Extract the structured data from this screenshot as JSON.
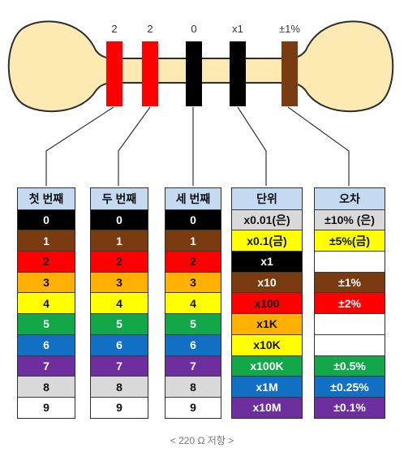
{
  "top_labels": [
    "2",
    "2",
    "0",
    "x1",
    "±1%"
  ],
  "bands": [
    {
      "name": "band-1",
      "color": "#ff0000"
    },
    {
      "name": "band-2",
      "color": "#ff0000"
    },
    {
      "name": "band-3",
      "color": "#000000"
    },
    {
      "name": "band-4",
      "color": "#000000"
    },
    {
      "name": "band-5",
      "color": "#7a3b10"
    }
  ],
  "body_color": "#fde9b2",
  "columns": [
    {
      "header": "첫 번째",
      "cells": [
        {
          "text": "0",
          "bg": "#000000",
          "fg": "#ffffff"
        },
        {
          "text": "1",
          "bg": "#7a3b10",
          "fg": "#ffffff"
        },
        {
          "text": "2",
          "bg": "#ff0000",
          "fg": "#111111"
        },
        {
          "text": "3",
          "bg": "#ffb000",
          "fg": "#111111"
        },
        {
          "text": "4",
          "bg": "#ffff00",
          "fg": "#111111"
        },
        {
          "text": "5",
          "bg": "#12a84a",
          "fg": "#ffffff"
        },
        {
          "text": "6",
          "bg": "#1170c4",
          "fg": "#ffffff"
        },
        {
          "text": "7",
          "bg": "#6d2f9e",
          "fg": "#ffffff"
        },
        {
          "text": "8",
          "bg": "#d9d9d9",
          "fg": "#111111"
        },
        {
          "text": "9",
          "bg": "#ffffff",
          "fg": "#111111"
        }
      ]
    },
    {
      "header": "두 번째",
      "cells": [
        {
          "text": "0",
          "bg": "#000000",
          "fg": "#ffffff"
        },
        {
          "text": "1",
          "bg": "#7a3b10",
          "fg": "#ffffff"
        },
        {
          "text": "2",
          "bg": "#ff0000",
          "fg": "#111111"
        },
        {
          "text": "3",
          "bg": "#ffb000",
          "fg": "#111111"
        },
        {
          "text": "4",
          "bg": "#ffff00",
          "fg": "#111111"
        },
        {
          "text": "5",
          "bg": "#12a84a",
          "fg": "#ffffff"
        },
        {
          "text": "6",
          "bg": "#1170c4",
          "fg": "#ffffff"
        },
        {
          "text": "7",
          "bg": "#6d2f9e",
          "fg": "#ffffff"
        },
        {
          "text": "8",
          "bg": "#d9d9d9",
          "fg": "#111111"
        },
        {
          "text": "9",
          "bg": "#ffffff",
          "fg": "#111111"
        }
      ]
    },
    {
      "header": "세 번째",
      "cells": [
        {
          "text": "0",
          "bg": "#000000",
          "fg": "#ffffff"
        },
        {
          "text": "1",
          "bg": "#7a3b10",
          "fg": "#ffffff"
        },
        {
          "text": "2",
          "bg": "#ff0000",
          "fg": "#111111"
        },
        {
          "text": "3",
          "bg": "#ffb000",
          "fg": "#111111"
        },
        {
          "text": "4",
          "bg": "#ffff00",
          "fg": "#111111"
        },
        {
          "text": "5",
          "bg": "#12a84a",
          "fg": "#ffffff"
        },
        {
          "text": "6",
          "bg": "#1170c4",
          "fg": "#ffffff"
        },
        {
          "text": "7",
          "bg": "#6d2f9e",
          "fg": "#ffffff"
        },
        {
          "text": "8",
          "bg": "#d9d9d9",
          "fg": "#111111"
        },
        {
          "text": "9",
          "bg": "#ffffff",
          "fg": "#111111"
        }
      ]
    },
    {
      "header": "단위",
      "cells": [
        {
          "text": "x0.01(은)",
          "bg": "#d9d9d9",
          "fg": "#111111"
        },
        {
          "text": "x0.1(금)",
          "bg": "#ffff00",
          "fg": "#111111"
        },
        {
          "text": "x1",
          "bg": "#000000",
          "fg": "#ffffff"
        },
        {
          "text": "x10",
          "bg": "#7a3b10",
          "fg": "#ffffff"
        },
        {
          "text": "x100",
          "bg": "#ff0000",
          "fg": "#111111"
        },
        {
          "text": "x1K",
          "bg": "#ffb000",
          "fg": "#111111"
        },
        {
          "text": "x10K",
          "bg": "#ffff00",
          "fg": "#111111"
        },
        {
          "text": "x100K",
          "bg": "#12a84a",
          "fg": "#ffffff"
        },
        {
          "text": "x1M",
          "bg": "#1170c4",
          "fg": "#ffffff"
        },
        {
          "text": "x10M",
          "bg": "#6d2f9e",
          "fg": "#ffffff"
        }
      ]
    },
    {
      "header": "오차",
      "cells": [
        {
          "text": "±10% (은)",
          "bg": "#d9d9d9",
          "fg": "#111111"
        },
        {
          "text": "±5%(금)",
          "bg": "#ffff00",
          "fg": "#111111"
        },
        {
          "text": "",
          "bg": "#ffffff",
          "fg": "#111111"
        },
        {
          "text": "±1%",
          "bg": "#7a3b10",
          "fg": "#ffffff"
        },
        {
          "text": "±2%",
          "bg": "#ff0000",
          "fg": "#ffffff"
        },
        {
          "text": "",
          "bg": "#ffffff",
          "fg": "#111111"
        },
        {
          "text": "",
          "bg": "#ffffff",
          "fg": "#111111"
        },
        {
          "text": "±0.5%",
          "bg": "#12a84a",
          "fg": "#ffffff"
        },
        {
          "text": "±0.25%",
          "bg": "#1170c4",
          "fg": "#ffffff"
        },
        {
          "text": "±0.1%",
          "bg": "#6d2f9e",
          "fg": "#ffffff"
        }
      ]
    }
  ],
  "caption": "< 220 Ω 저항 >"
}
